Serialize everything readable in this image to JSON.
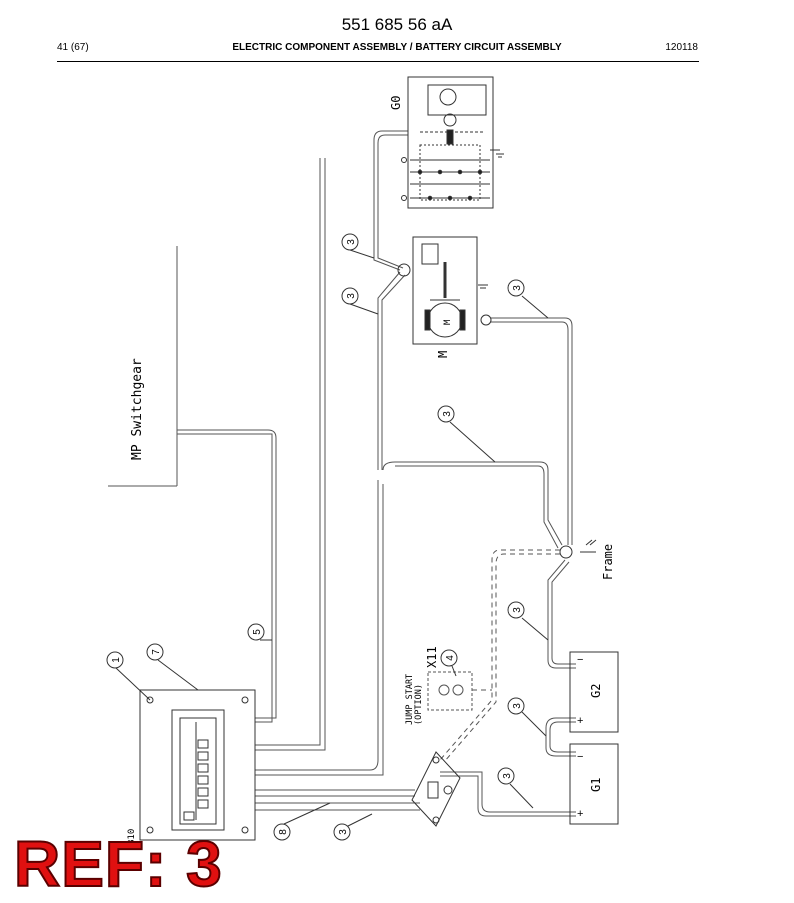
{
  "header": {
    "doc_number": "551 685 56 aA",
    "page": "41 (67)",
    "title": "ELECTRIC COMPONENT ASSEMBLY / BATTERY CIRCUIT ASSEMBLY",
    "date": "120118"
  },
  "labels": {
    "mp_switchgear": "MP Switchgear",
    "generator": "G0",
    "motor": "M",
    "motor_symbol": "M",
    "frame": "Frame",
    "battery_g1": "G1",
    "battery_g2": "G2",
    "jump_start_line1": "JUMP START",
    "jump_start_line2": "(OPTION)",
    "jump_start_id": "X11",
    "fuse_box": "B10",
    "plus": "+",
    "minus": "−"
  },
  "callouts": {
    "c1": "1",
    "c7": "7",
    "c5": "5",
    "c4": "4",
    "c8": "8",
    "c3": "3"
  },
  "ref": "REF: 3"
}
